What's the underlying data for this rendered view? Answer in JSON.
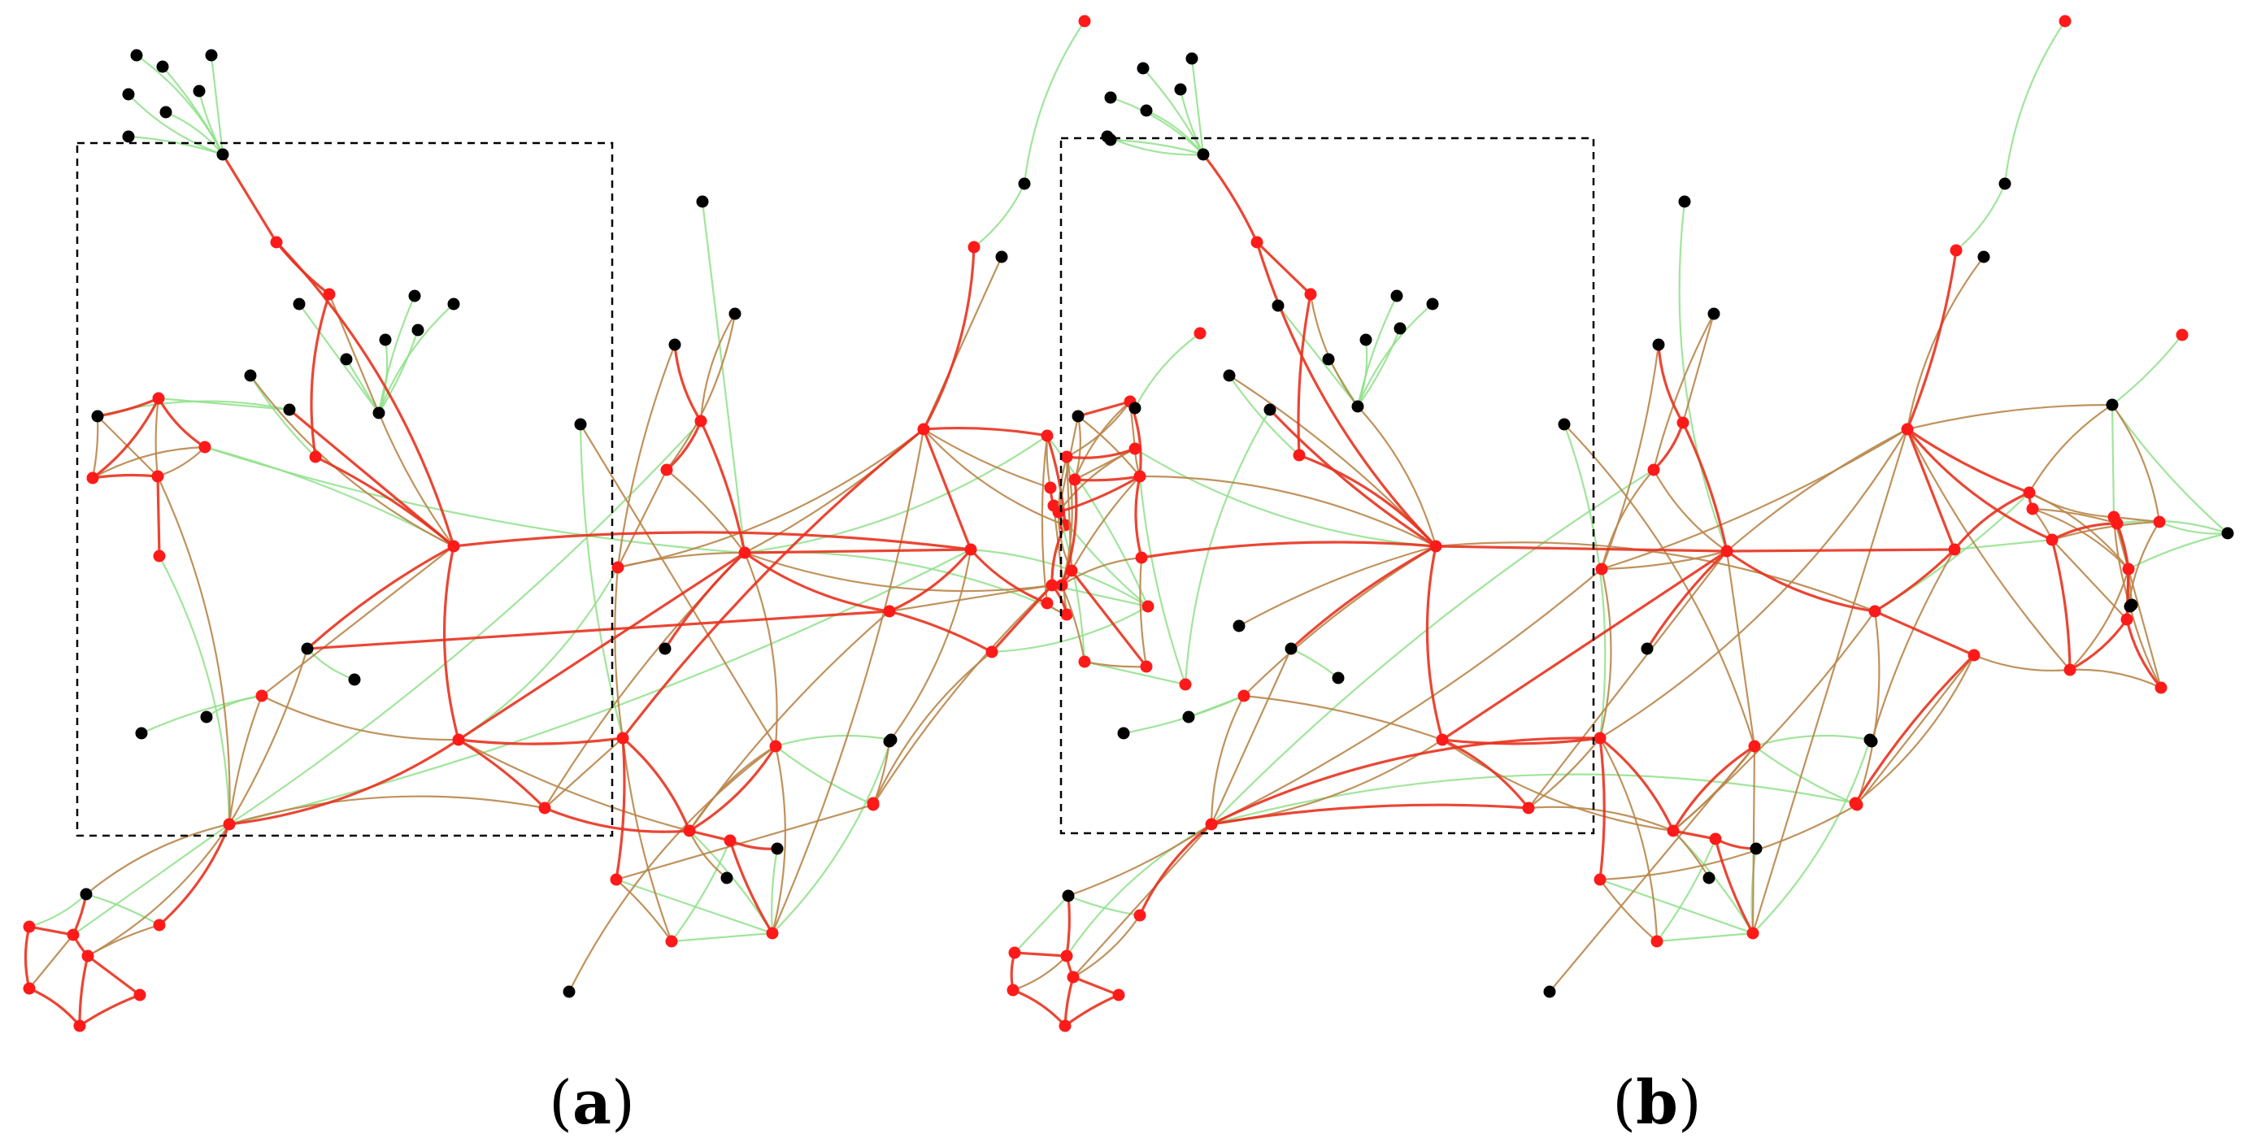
{
  "figure": {
    "panels": [
      {
        "id": "a",
        "label_open": "(",
        "label_letter": "a",
        "label_close": ")"
      },
      {
        "id": "b",
        "label_open": "(",
        "label_letter": "b",
        "label_close": ")"
      }
    ],
    "colors": {
      "node_red": "#ff1a1a",
      "node_black": "#000000",
      "edge_red": "#e8321e",
      "edge_brown": "#b9864a",
      "edge_green": "#8fe08a",
      "edge_gray": "#cfcfcf",
      "selection_box": "#000000"
    }
  }
}
